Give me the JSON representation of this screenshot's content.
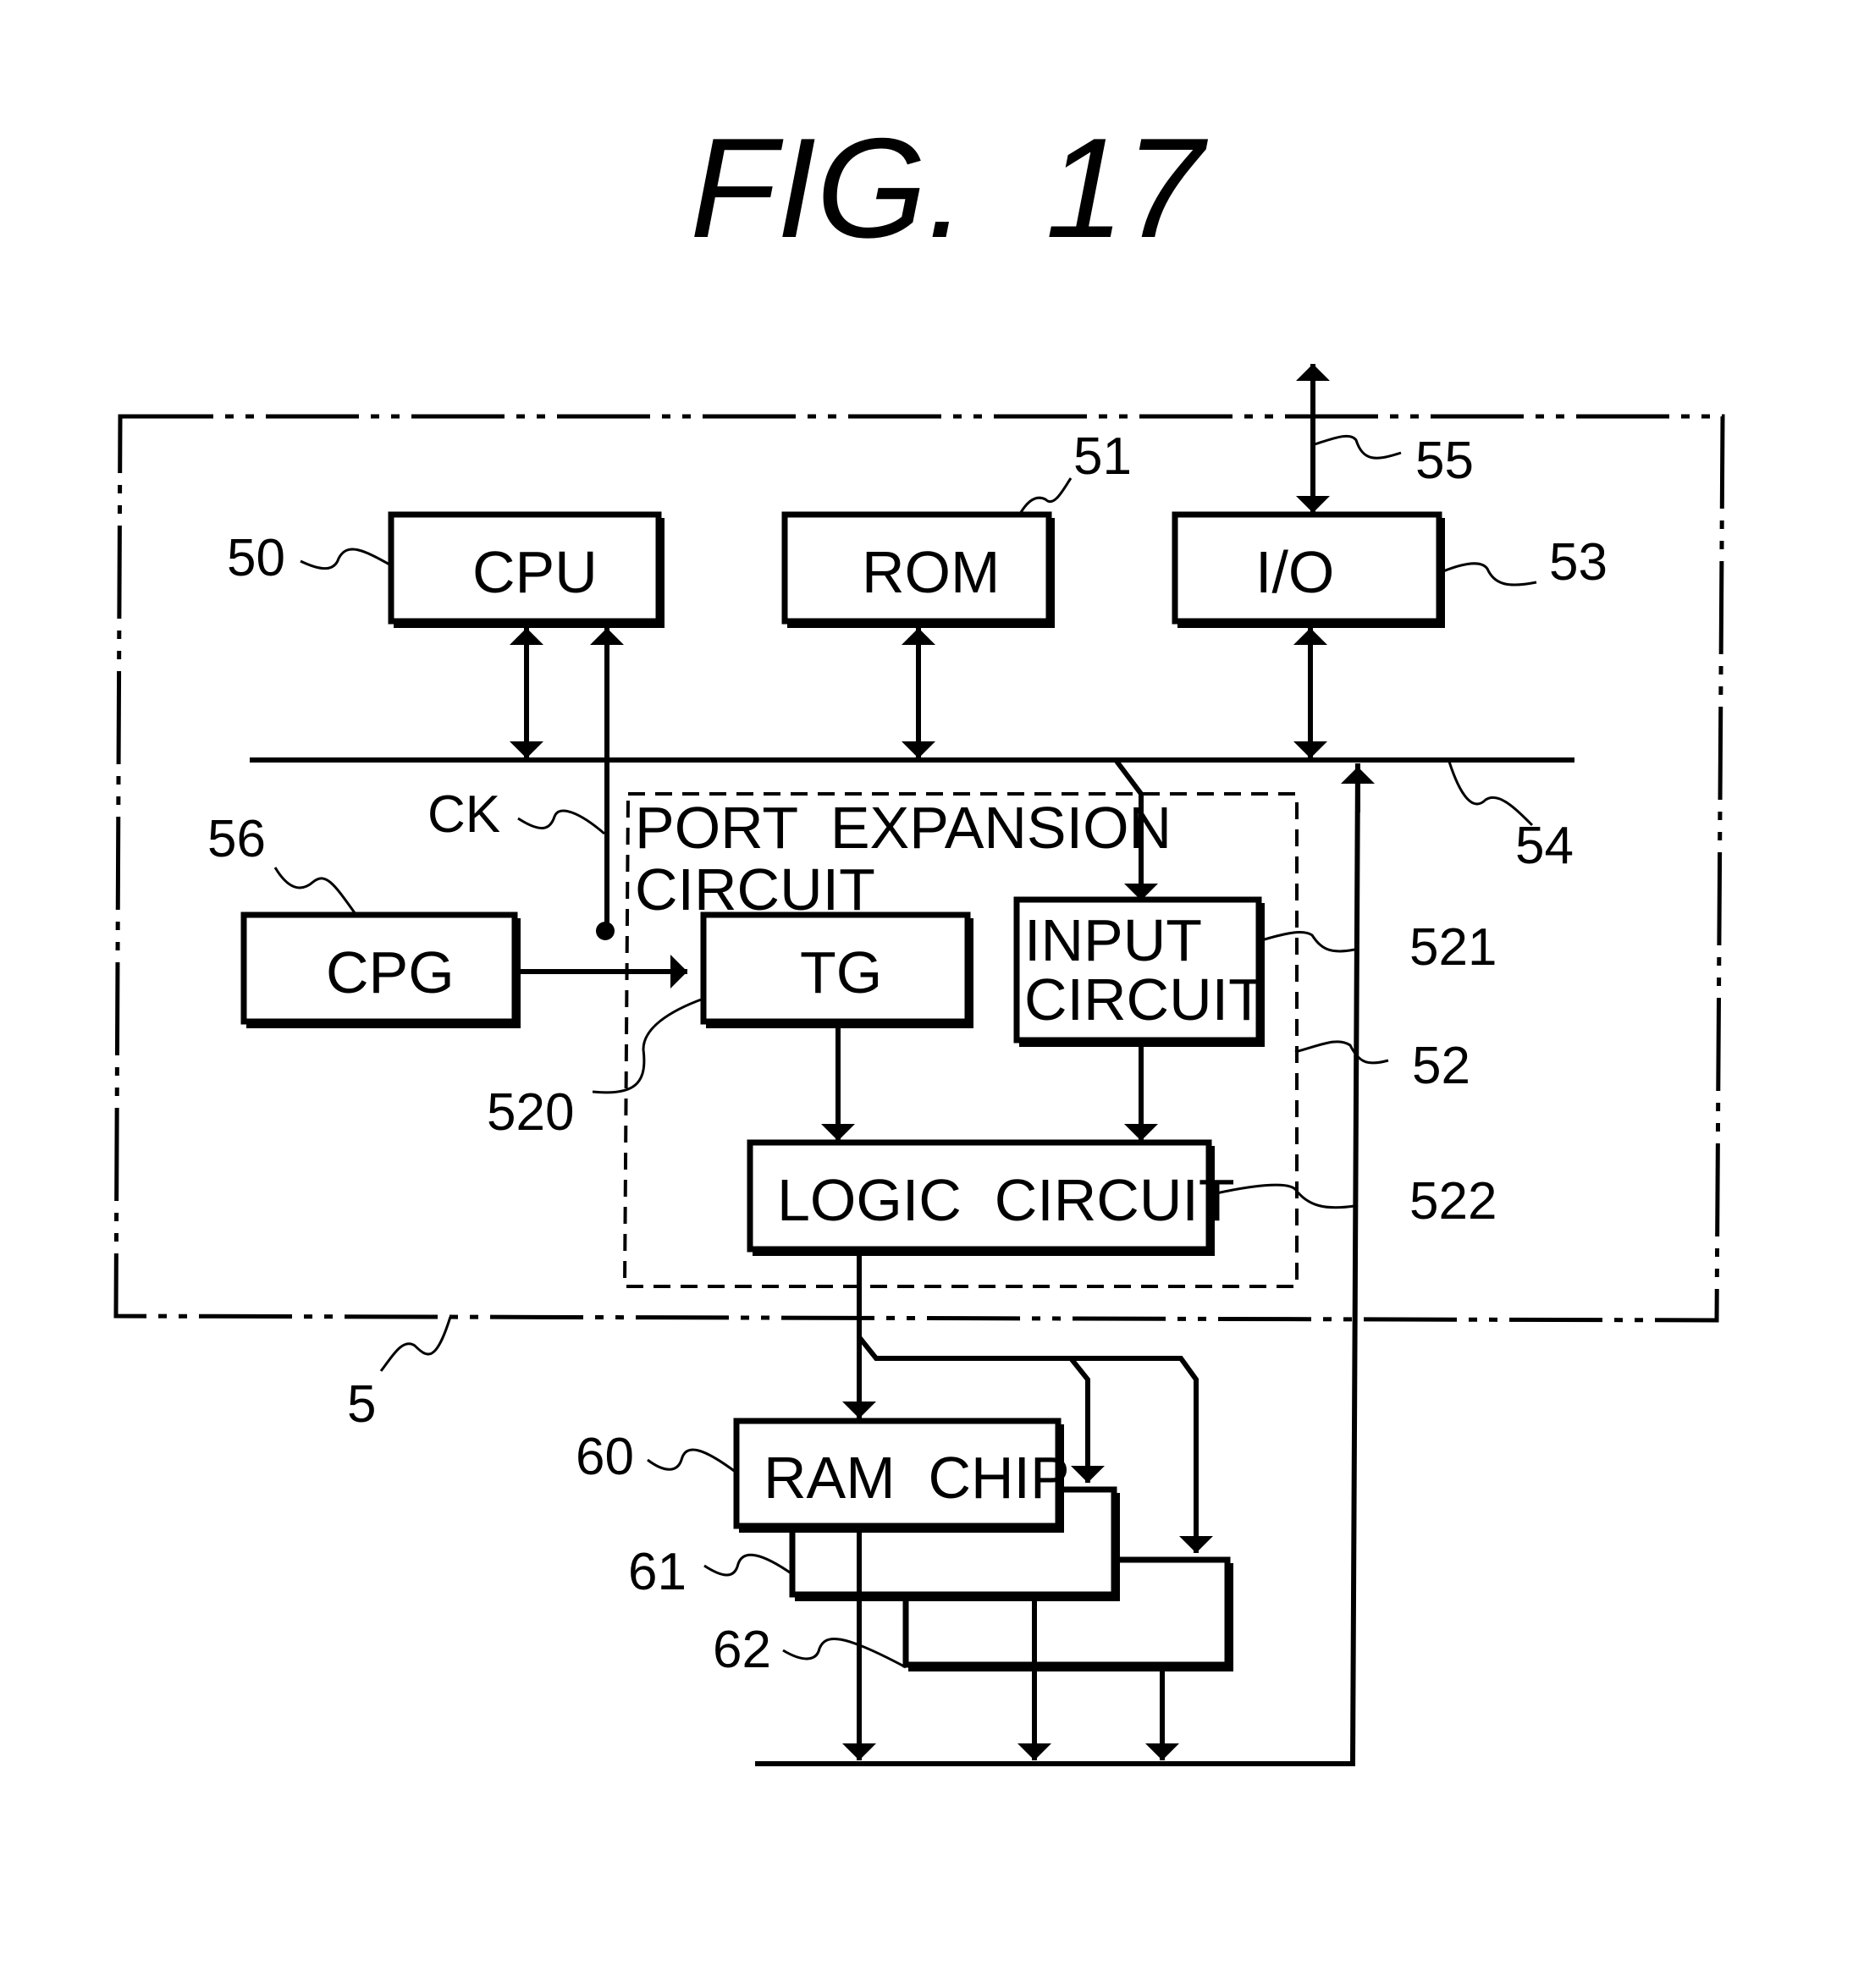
{
  "figure": {
    "title": "FIG.  17"
  },
  "blocks": {
    "cpu": {
      "label": "CPU",
      "ref": "50"
    },
    "rom": {
      "label": "ROM",
      "ref": "51"
    },
    "io": {
      "label": "I/O",
      "ref": "53"
    },
    "cpg": {
      "label": "CPG",
      "ref": "56"
    },
    "tg": {
      "label": "TG",
      "ref": "520"
    },
    "input_circuit": {
      "label_line1": "INPUT",
      "label_line2": "CIRCUIT",
      "ref": "521"
    },
    "logic_circuit": {
      "label": "LOGIC  CIRCUIT",
      "ref": "522"
    },
    "ram_chip_0": {
      "label": "RAM  CHIP",
      "ref": "60"
    },
    "ram_chip_1": {
      "label": "",
      "ref": "61"
    },
    "ram_chip_2": {
      "label": "",
      "ref": "62"
    }
  },
  "regions": {
    "microcomputer": {
      "ref": "5"
    },
    "port_expansion": {
      "label_line1": "PORT  EXPANSION",
      "label_line2": "CIRCUIT",
      "ref": "52"
    }
  },
  "signals": {
    "bus": {
      "ref": "54"
    },
    "external_io": {
      "ref": "55"
    },
    "clock": {
      "label": "CK"
    }
  }
}
